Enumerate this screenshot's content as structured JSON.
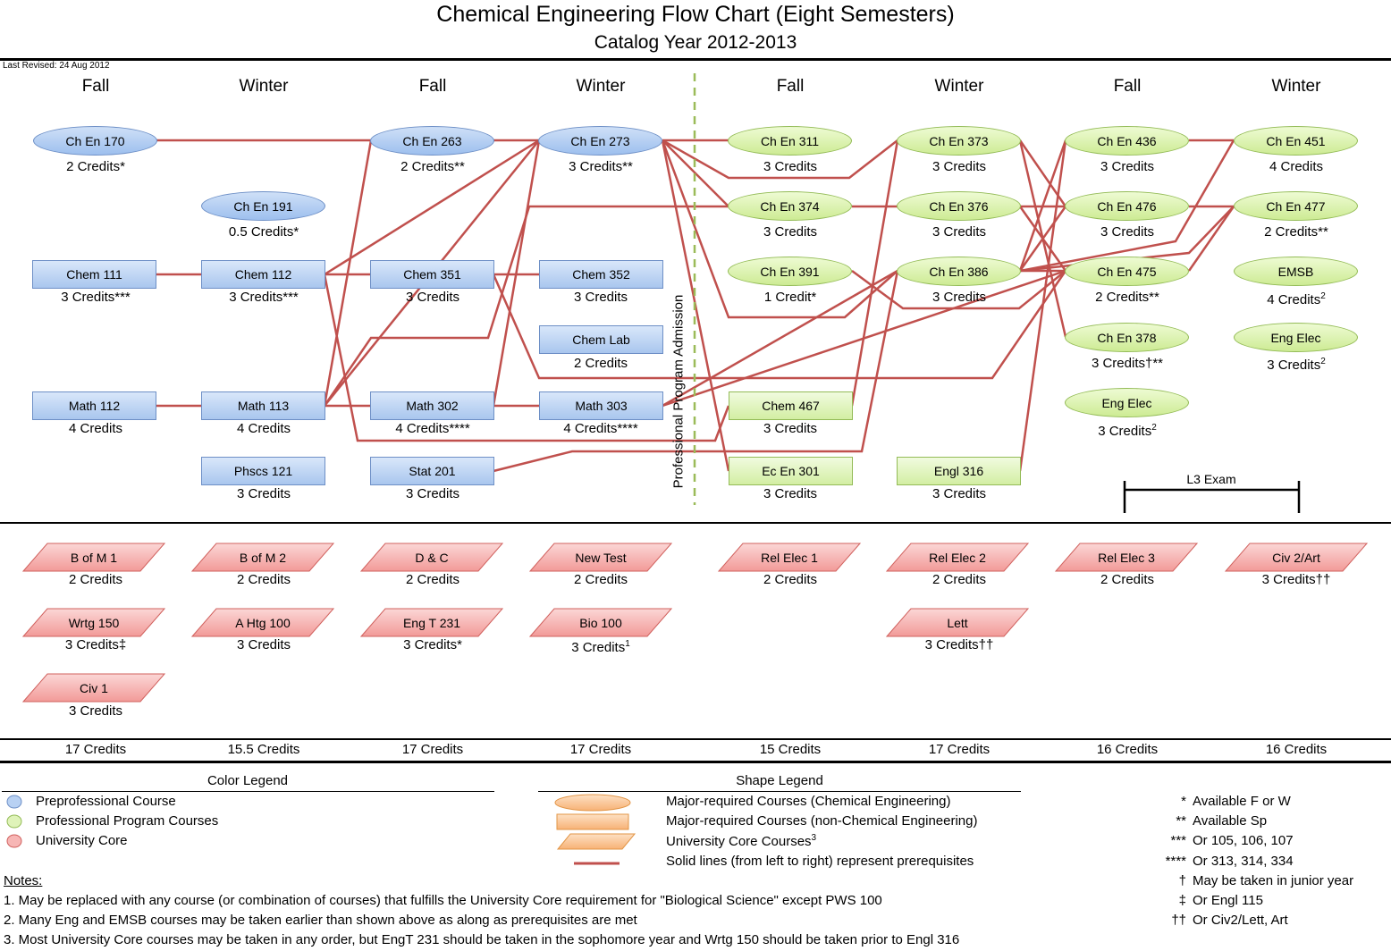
{
  "title": "Chemical Engineering Flow Chart (Eight Semesters)",
  "subtitle": "Catalog Year 2012-2013",
  "revised": "Last Revised: 24 Aug 2012",
  "semesters": [
    "Fall",
    "Winter",
    "Fall",
    "Winter",
    "Fall",
    "Winter",
    "Fall",
    "Winter"
  ],
  "admission_label": "Professional Program Admission",
  "courses": {
    "chen170": {
      "name": "Ch En 170",
      "credits": "2 Credits*"
    },
    "chen263": {
      "name": "Ch En 263",
      "credits": "2 Credits**"
    },
    "chen273": {
      "name": "Ch En 273",
      "credits": "3 Credits**"
    },
    "chen311": {
      "name": "Ch En 311",
      "credits": "3 Credits"
    },
    "chen373": {
      "name": "Ch En 373",
      "credits": "3 Credits"
    },
    "chen436": {
      "name": "Ch En 436",
      "credits": "3 Credits"
    },
    "chen451": {
      "name": "Ch En 451",
      "credits": "4 Credits"
    },
    "chen191": {
      "name": "Ch En 191",
      "credits": "0.5 Credits*"
    },
    "chen374": {
      "name": "Ch En 374",
      "credits": "3 Credits"
    },
    "chen376": {
      "name": "Ch En 376",
      "credits": "3 Credits"
    },
    "chen476": {
      "name": "Ch En 476",
      "credits": "3 Credits"
    },
    "chen477": {
      "name": "Ch En 477",
      "credits": "2 Credits**"
    },
    "chen391": {
      "name": "Ch En 391",
      "credits": "1 Credit*"
    },
    "chen386": {
      "name": "Ch En 386",
      "credits": "3 Credits"
    },
    "chen475": {
      "name": "Ch En 475",
      "credits": "2 Credits**"
    },
    "emsb": {
      "name": "EMSB",
      "credits": "4 Credits",
      "sup": "2"
    },
    "chen378": {
      "name": "Ch En 378",
      "credits": "3 Credits†**"
    },
    "engelec8": {
      "name": "Eng Elec",
      "credits": "3 Credits",
      "sup": "2"
    },
    "engelec7": {
      "name": "Eng Elec",
      "credits": "3 Credits",
      "sup": "2"
    },
    "chem111": {
      "name": "Chem 111",
      "credits": "3 Credits***"
    },
    "chem112": {
      "name": "Chem 112",
      "credits": "3 Credits***"
    },
    "chem351": {
      "name": "Chem 351",
      "credits": "3 Credits"
    },
    "chem352": {
      "name": "Chem 352",
      "credits": "3 Credits"
    },
    "chemlab": {
      "name": "Chem Lab",
      "credits": "2 Credits"
    },
    "math112": {
      "name": "Math 112",
      "credits": "4 Credits"
    },
    "math113": {
      "name": "Math 113",
      "credits": "4 Credits"
    },
    "math302": {
      "name": "Math 302",
      "credits": "4 Credits****"
    },
    "math303": {
      "name": "Math 303",
      "credits": "4 Credits****"
    },
    "chem467": {
      "name": "Chem 467",
      "credits": "3 Credits"
    },
    "phscs121": {
      "name": "Phscs 121",
      "credits": "3 Credits"
    },
    "stat201": {
      "name": "Stat 201",
      "credits": "3 Credits"
    },
    "ecen301": {
      "name": "Ec En 301",
      "credits": "3 Credits"
    },
    "engl316": {
      "name": "Engl 316",
      "credits": "3 Credits"
    },
    "bofm1": {
      "name": "B of M 1",
      "credits": "2 Credits"
    },
    "bofm2": {
      "name": "B of M 2",
      "credits": "2 Credits"
    },
    "dc": {
      "name": "D & C",
      "credits": "2 Credits"
    },
    "newtest": {
      "name": "New Test",
      "credits": "2 Credits"
    },
    "relelec1": {
      "name": "Rel Elec 1",
      "credits": "2 Credits"
    },
    "relelec2": {
      "name": "Rel Elec 2",
      "credits": "2 Credits"
    },
    "relelec3": {
      "name": "Rel Elec 3",
      "credits": "2 Credits"
    },
    "civ2art": {
      "name": "Civ 2/Art",
      "credits": "3 Credits††"
    },
    "wrtg150": {
      "name": "Wrtg 150",
      "credits": "3 Credits‡"
    },
    "ahtg100": {
      "name": "A Htg 100",
      "credits": "3 Credits"
    },
    "engt231": {
      "name": "Eng T 231",
      "credits": "3 Credits*"
    },
    "bio100": {
      "name": "Bio 100",
      "credits": "3 Credits",
      "sup": "1"
    },
    "lett": {
      "name": "Lett",
      "credits": "3 Credits††"
    },
    "civ1": {
      "name": "Civ 1",
      "credits": "3 Credits"
    }
  },
  "l3_exam": "L3 Exam",
  "totals": [
    "17 Credits",
    "15.5 Credits",
    "17 Credits",
    "17 Credits",
    "15 Credits",
    "17 Credits",
    "16 Credits",
    "16 Credits"
  ],
  "color_legend": {
    "title": "Color Legend",
    "items": [
      "Preprofessional Course",
      "Professional Program Courses",
      "University Core"
    ]
  },
  "shape_legend": {
    "title": "Shape Legend",
    "items": [
      "Major-required Courses (Chemical Engineering)",
      "Major-required Courses (non-Chemical Engineering)",
      "University Core Courses",
      "Solid lines (from left to right) represent prerequisites"
    ],
    "core_sup": "3"
  },
  "notes": {
    "heading": "Notes:",
    "items": [
      "1. May be replaced with any course (or combination of courses) that fulfills the University Core  requirement for \"Biological Science\" except PWS 100",
      "2. Many Eng and EMSB courses may be taken earlier than shown above as along as prerequisites are met",
      "3. Most University Core courses may be taken in any order, but EngT 231 should be taken in the sophomore year and Wrtg 150 should be taken prior to Engl 316"
    ]
  },
  "key": [
    {
      "sym": "*",
      "text": "Available F or W"
    },
    {
      "sym": "**",
      "text": "Available Sp"
    },
    {
      "sym": "***",
      "text": "Or 105, 106, 107"
    },
    {
      "sym": "****",
      "text": "Or 313, 314, 334"
    },
    {
      "sym": "†",
      "text": "May be taken in junior year"
    },
    {
      "sym": "‡",
      "text": "Or Engl 115"
    },
    {
      "sym": "††",
      "text": "Or Civ2/Lett, Art"
    }
  ],
  "colors": {
    "line": "#c0504d",
    "blue_fill": "#b8d1f3",
    "green_fill": "#dff3b9",
    "red_fill": "#f7b6b5",
    "orange_fill": "#fbc99a",
    "divider": "#9bbb59"
  }
}
